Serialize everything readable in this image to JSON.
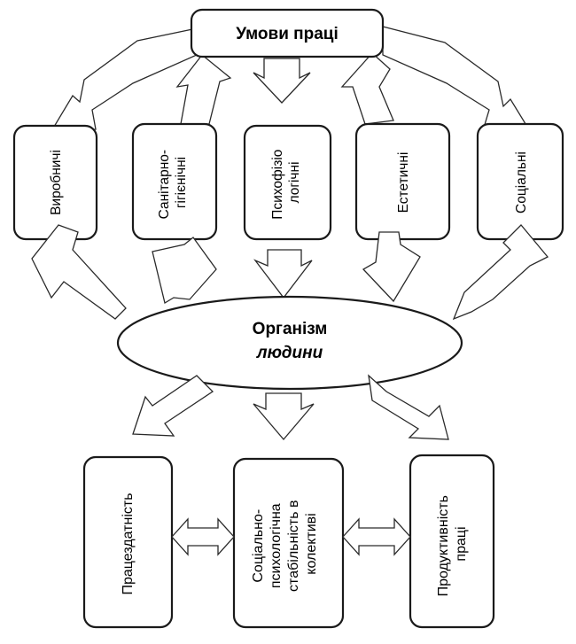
{
  "top": {
    "title": "Умови праці"
  },
  "conditions": [
    {
      "lines": [
        "Виробничі"
      ]
    },
    {
      "lines": [
        "Санітарно-",
        "гігієнічні"
      ]
    },
    {
      "lines": [
        "Психофізіо",
        "логічні"
      ]
    },
    {
      "lines": [
        "Естетичні"
      ]
    },
    {
      "lines": [
        "Соціальні"
      ]
    }
  ],
  "center": {
    "line1": "Організм",
    "line2": "людини"
  },
  "outcomes": [
    {
      "lines": [
        "Працездатність"
      ]
    },
    {
      "lines": [
        "Соціально-",
        "психологічна",
        "стабільність в",
        "колективі"
      ]
    },
    {
      "lines": [
        "Продуктивність",
        "праці"
      ]
    }
  ]
}
